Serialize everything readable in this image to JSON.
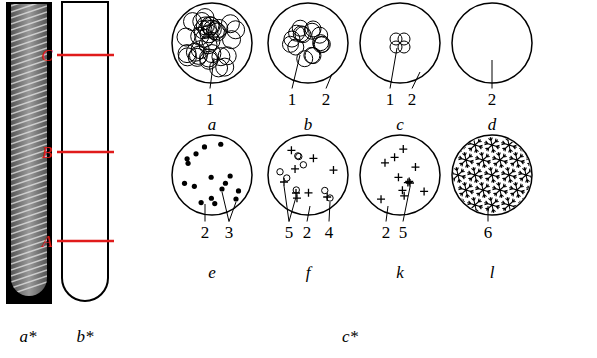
{
  "diagram": {
    "labels": [
      "C",
      "B",
      "A",
      "1",
      "1",
      "2",
      "1",
      "2",
      "2",
      "a",
      "b",
      "c",
      "d",
      "2",
      "3",
      "5",
      "2",
      "4",
      "2",
      "5",
      "6",
      "e",
      "f",
      "k",
      "l",
      "a*",
      "b*",
      "c*"
    ]
  }
}
